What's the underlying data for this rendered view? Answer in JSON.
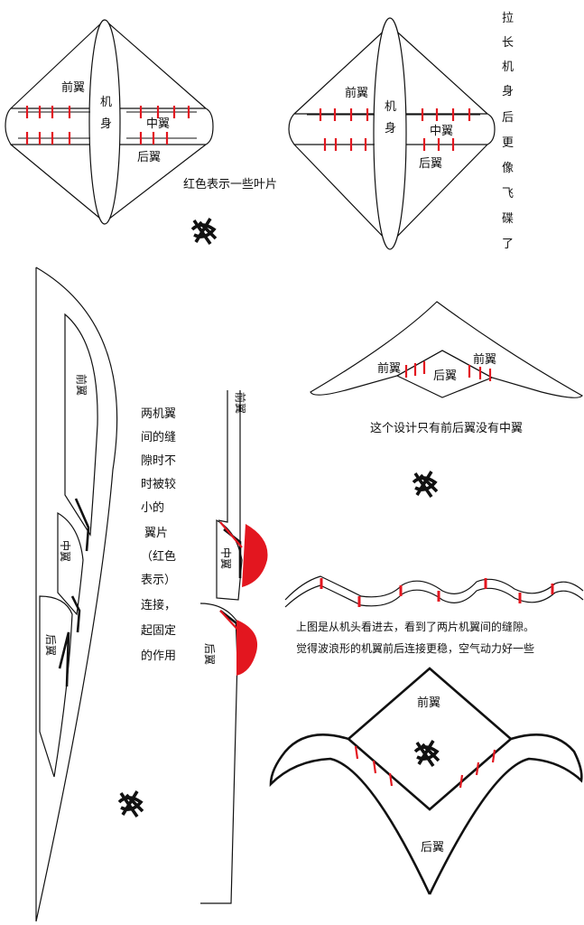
{
  "colors": {
    "ink": "#111111",
    "vane": "#e3161f",
    "background": "#ffffff"
  },
  "diagram1": {
    "front_wing": "前翼",
    "body": [
      "机",
      "身"
    ],
    "mid_wing": "中翼",
    "rear_wing": "后翼",
    "caption": "红色表示一些叶片"
  },
  "diagram2": {
    "front_wing": "前翼",
    "body": [
      "机",
      "身"
    ],
    "mid_wing": "中翼",
    "rear_wing": "后翼",
    "side_note": [
      "拉",
      "长",
      "机",
      "身",
      "后",
      "更",
      "像",
      "飞",
      "碟",
      "了"
    ]
  },
  "side_view": {
    "front_wing": "前翼",
    "mid_wing": "中翼",
    "rear_wing": "后翼",
    "note_lines": [
      "两机翼",
      "间的缝",
      "隙时不",
      "时被较",
      "小的",
      "翼片",
      "（红色",
      "表示）",
      "连接，",
      "起固定",
      "的作用"
    ]
  },
  "detail_view": {
    "front_wing": "前翼",
    "mid_wing": "中翼",
    "rear_wing": "后翼"
  },
  "diagram3": {
    "front_wing_left": "前翼",
    "front_wing_right": "前翼",
    "rear_wing": "后翼",
    "caption": "这个设计只有前后翼没有中翼"
  },
  "wave_view": {
    "caption_line1": "上图是从机头看进去，看到了两片机翼间的缝隙。",
    "caption_line2": "觉得波浪形的机翼前后连接更稳，空气动力好一些"
  },
  "diagram4": {
    "front_wing": "前翼",
    "rear_wing": "后翼"
  },
  "icons": [
    "scribble-mark-icon",
    "scribble-mark-icon",
    "scribble-mark-icon",
    "scribble-mark-icon",
    "scribble-mark-icon"
  ]
}
